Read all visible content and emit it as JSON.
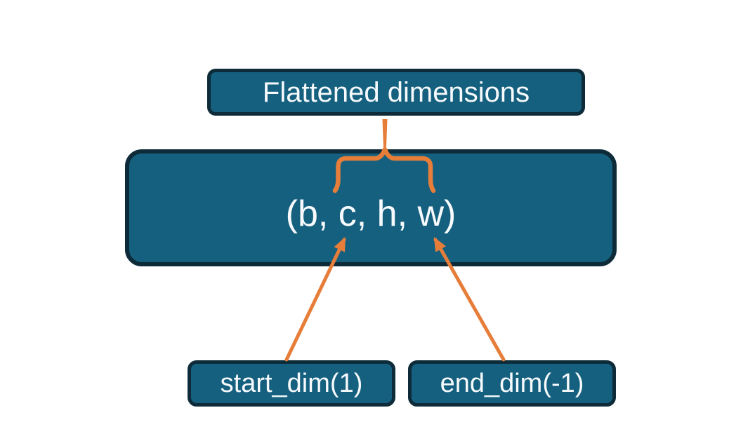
{
  "diagram": {
    "title": "Flatten operation dimensions diagram",
    "nodes": {
      "flattened": {
        "label": "Flattened dimensions"
      },
      "tensor": {
        "label": "(b, c, h, w)"
      },
      "start_dim": {
        "label": "start_dim(1)"
      },
      "end_dim": {
        "label": "end_dim(-1)"
      }
    },
    "connectors": {
      "brace": "brace spanning dimensions c through w inside tensor box, linked by a stem to the Flattened dimensions box",
      "arrow_start_dim": "arrow from start_dim(1) box pointing to dimension c",
      "arrow_end_dim": "arrow from end_dim(-1) box pointing to dimension w"
    }
  },
  "colors": {
    "box_fill": "#16607F",
    "box_border": "#0D2B38",
    "accent_orange": "#E67E3A",
    "text": "#F7FAFC",
    "background": "#FFFFFF"
  }
}
